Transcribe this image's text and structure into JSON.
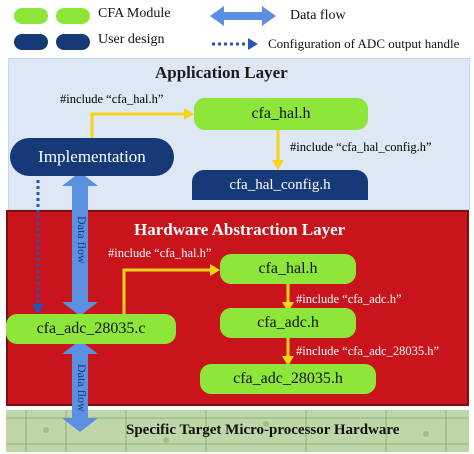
{
  "legend": {
    "cfa_module": "CFA Module",
    "user_design": "User design",
    "data_flow": "Data flow",
    "config_adc": "Configuration of ADC output handle"
  },
  "application_layer": {
    "title": "Application Layer",
    "include_hal": "#include “cfa_hal.h”",
    "include_hal_config": "#include “cfa_hal_config.h”",
    "implementation": "Implementation",
    "cfa_hal": "cfa_hal.h",
    "cfa_hal_config": "cfa_hal_config.h"
  },
  "hal_layer": {
    "title": "Hardware Abstraction Layer",
    "include_hal": "#include “cfa_hal.h”",
    "include_adc": "#include “cfa_adc.h”",
    "include_adc_28035": "#include “cfa_adc_28035.h”",
    "cfa_hal": "cfa_hal.h",
    "cfa_adc": "cfa_adc.h",
    "cfa_adc_28035_h": "cfa_adc_28035.h",
    "cfa_adc_28035_c": "cfa_adc_28035.c",
    "data_flow_upper": "Data flow",
    "data_flow_lower": "Data flow"
  },
  "hardware": {
    "title": "Specific Target Micro-processor Hardware"
  },
  "colors": {
    "cfa_green": "#8ee63a",
    "user_navy": "#163a78",
    "data_flow_blue": "#5b8fe0",
    "hal_red": "#c9141c",
    "app_bg": "#dde8f4",
    "include_arrow": "#f5d318"
  }
}
